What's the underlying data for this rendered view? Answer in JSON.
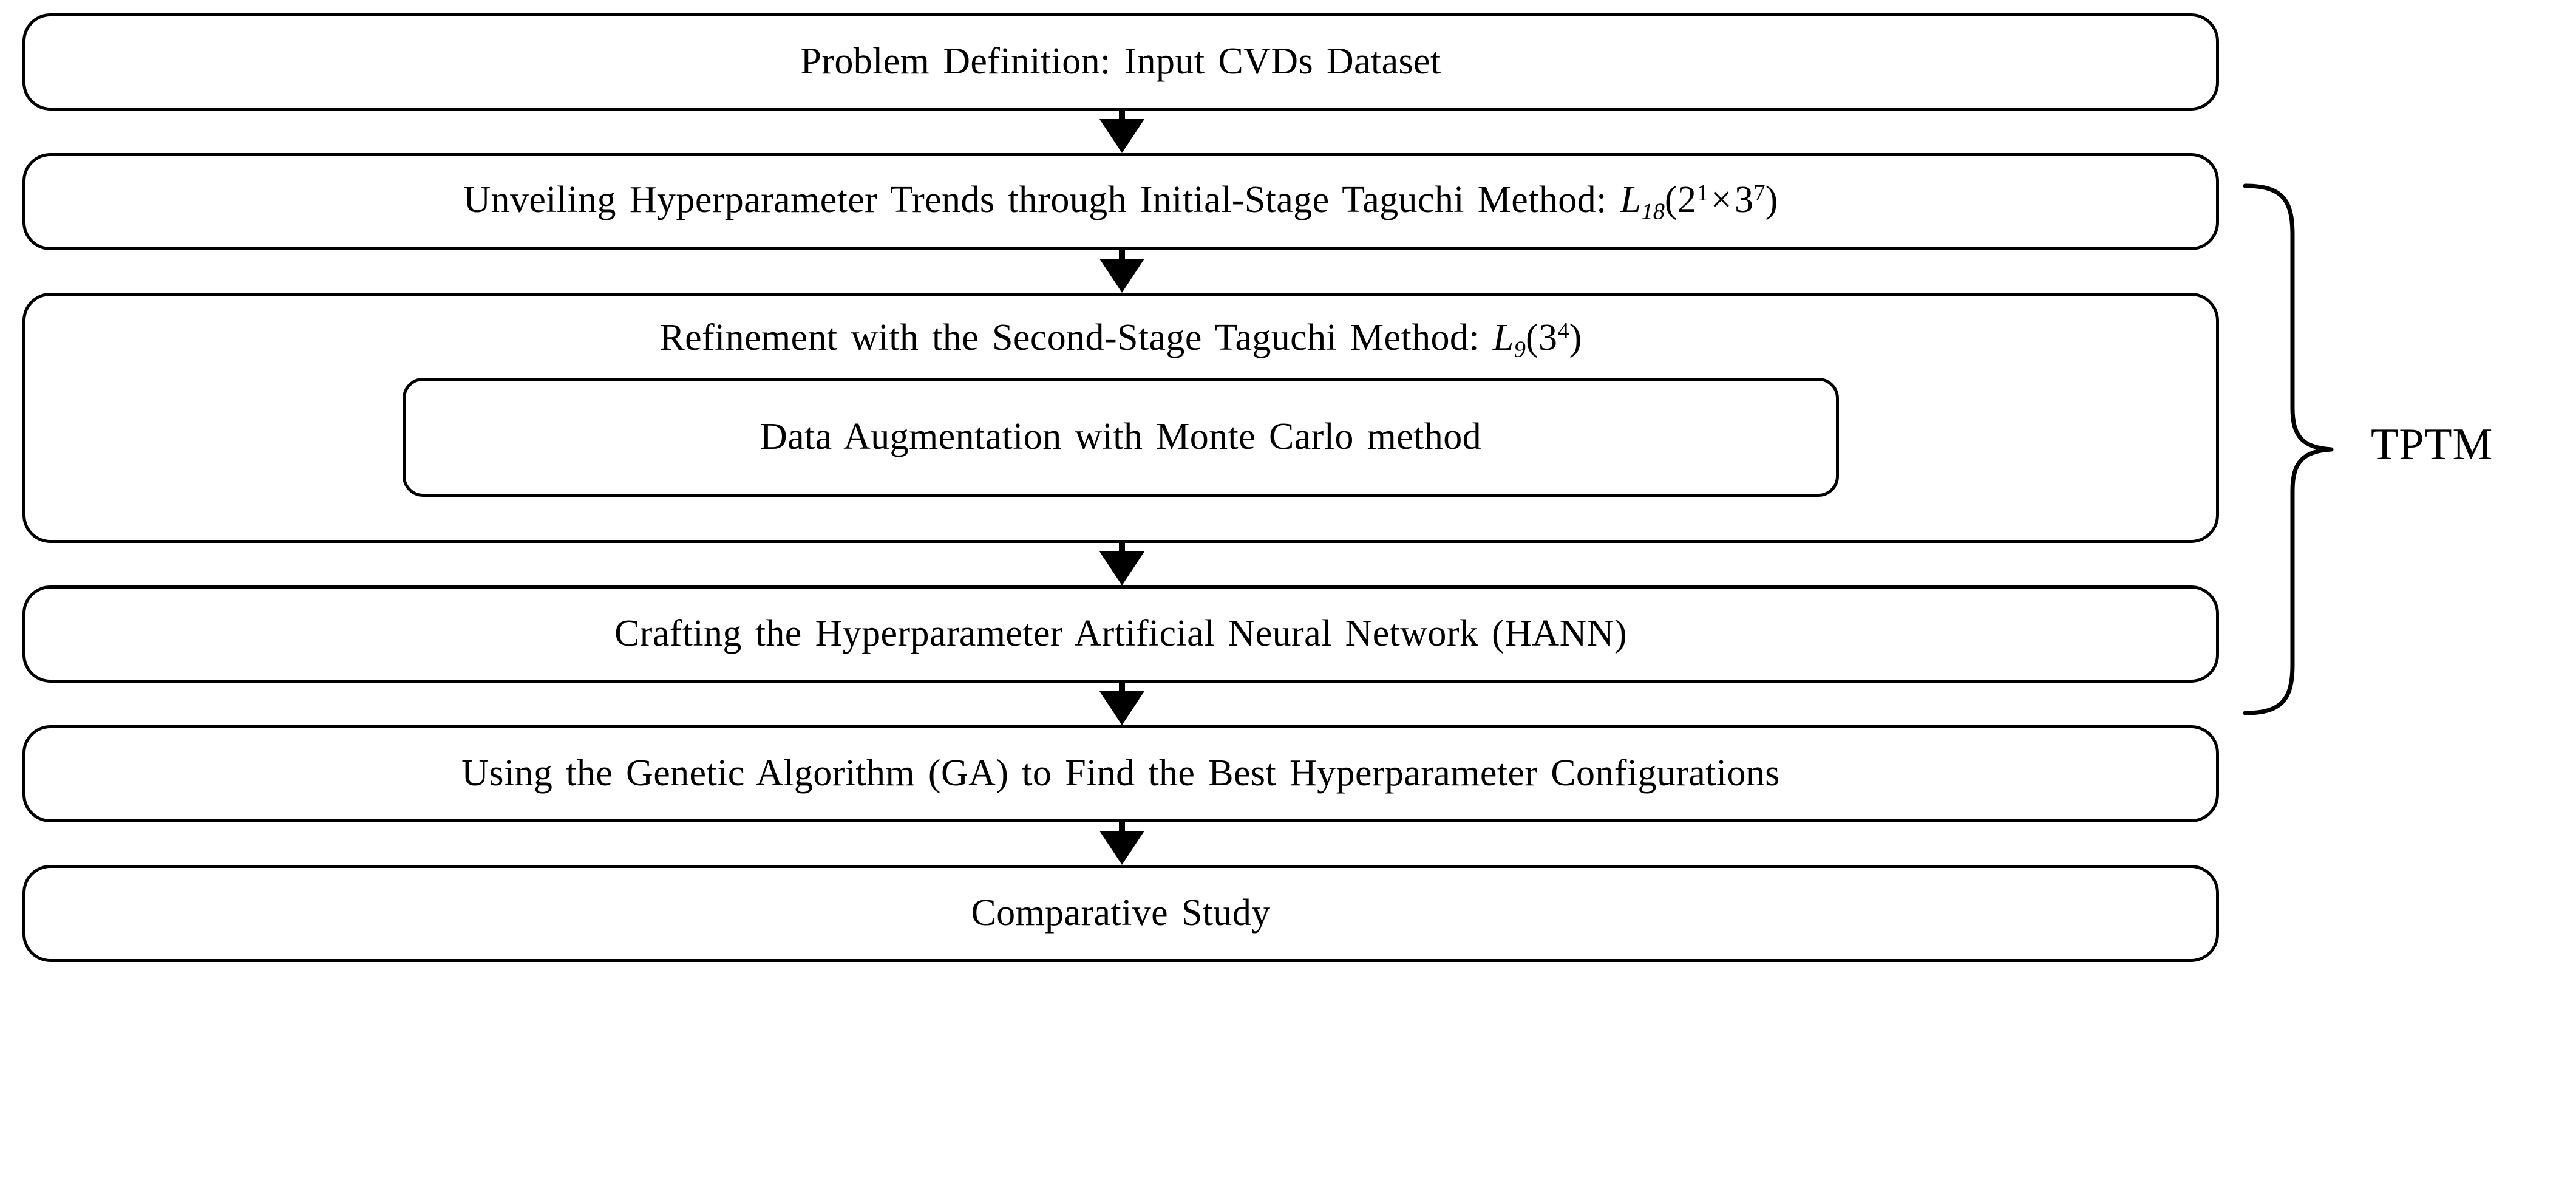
{
  "diagram": {
    "title": "TPTM methodology flowchart",
    "stroke_color": "#000000",
    "background_color": "#ffffff",
    "nodes": [
      {
        "id": "problem-definition",
        "text": "Problem Definition: Input CVDs Dataset"
      },
      {
        "id": "first-stage-taguchi",
        "text_before": "Unveiling Hyperparameter Trends through Initial-Stage Taguchi Method: ",
        "math": {
          "symbol": "L",
          "subscript": "18",
          "open": "(",
          "base1": "2",
          "exp1": "1",
          "operator": "×",
          "base2": "3",
          "exp2": "7",
          "close": ")"
        }
      },
      {
        "id": "second-stage-taguchi",
        "text_before": "Refinement with the Second-Stage Taguchi Method: ",
        "math": {
          "symbol": "L",
          "subscript": "9",
          "open": "(",
          "base2": "3",
          "exp2": "4",
          "close": ")"
        },
        "child": {
          "id": "data-augmentation",
          "text": "Data Augmentation with Monte Carlo method"
        }
      },
      {
        "id": "hann",
        "text": "Crafting the Hyperparameter Artificial Neural Network (HANN)"
      },
      {
        "id": "genetic-algorithm",
        "text": "Using the Genetic Algorithm (GA) to Find the Best Hyperparameter Configurations"
      },
      {
        "id": "comparative-study",
        "text": "Comparative Study"
      }
    ],
    "group_brace": {
      "label": "TPTM",
      "spans_nodes": [
        "first-stage-taguchi",
        "second-stage-taguchi"
      ]
    },
    "connectors": [
      {
        "from": "problem-definition",
        "to": "first-stage-taguchi",
        "type": "arrow-down"
      },
      {
        "from": "first-stage-taguchi",
        "to": "second-stage-taguchi",
        "type": "arrow-down"
      },
      {
        "from": "second-stage-taguchi",
        "to": "hann",
        "type": "arrow-down"
      },
      {
        "from": "hann",
        "to": "genetic-algorithm",
        "type": "arrow-down"
      },
      {
        "from": "genetic-algorithm",
        "to": "comparative-study",
        "type": "arrow-down"
      }
    ]
  }
}
